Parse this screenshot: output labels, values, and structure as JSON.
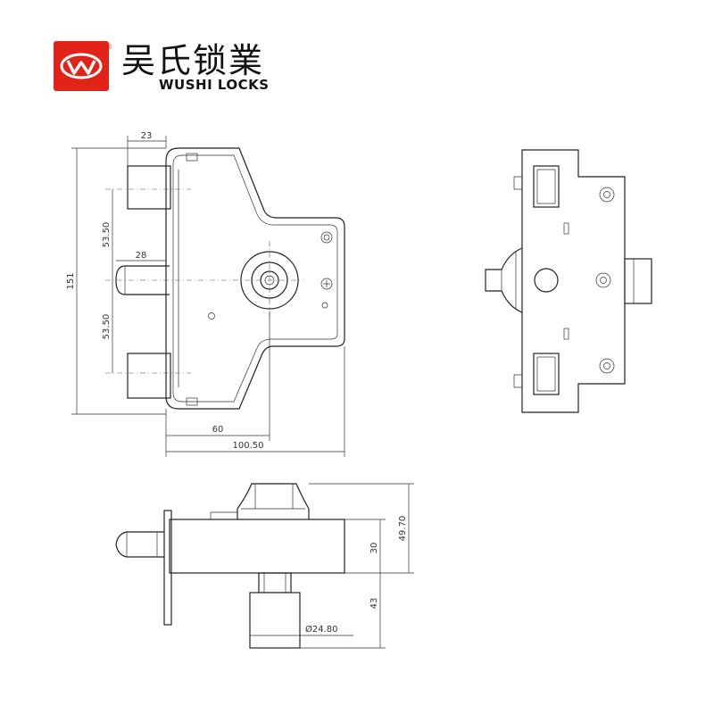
{
  "brand": {
    "name_cn": "吴氏锁業",
    "name_en": "WUSHI LOCKS",
    "registered_mark": "®",
    "badge_color": "#e2231a"
  },
  "dimensions": {
    "front_width_top": "23",
    "front_height": "151",
    "front_upper_spacing": "53.50",
    "front_lower_spacing": "53.50",
    "front_bolt": "28",
    "front_width_mid": "60",
    "front_width_total": "100.50",
    "side_height_body": "30",
    "side_height_total": "49.70",
    "side_cylinder": "43",
    "side_diameter": "Ø24.80"
  }
}
